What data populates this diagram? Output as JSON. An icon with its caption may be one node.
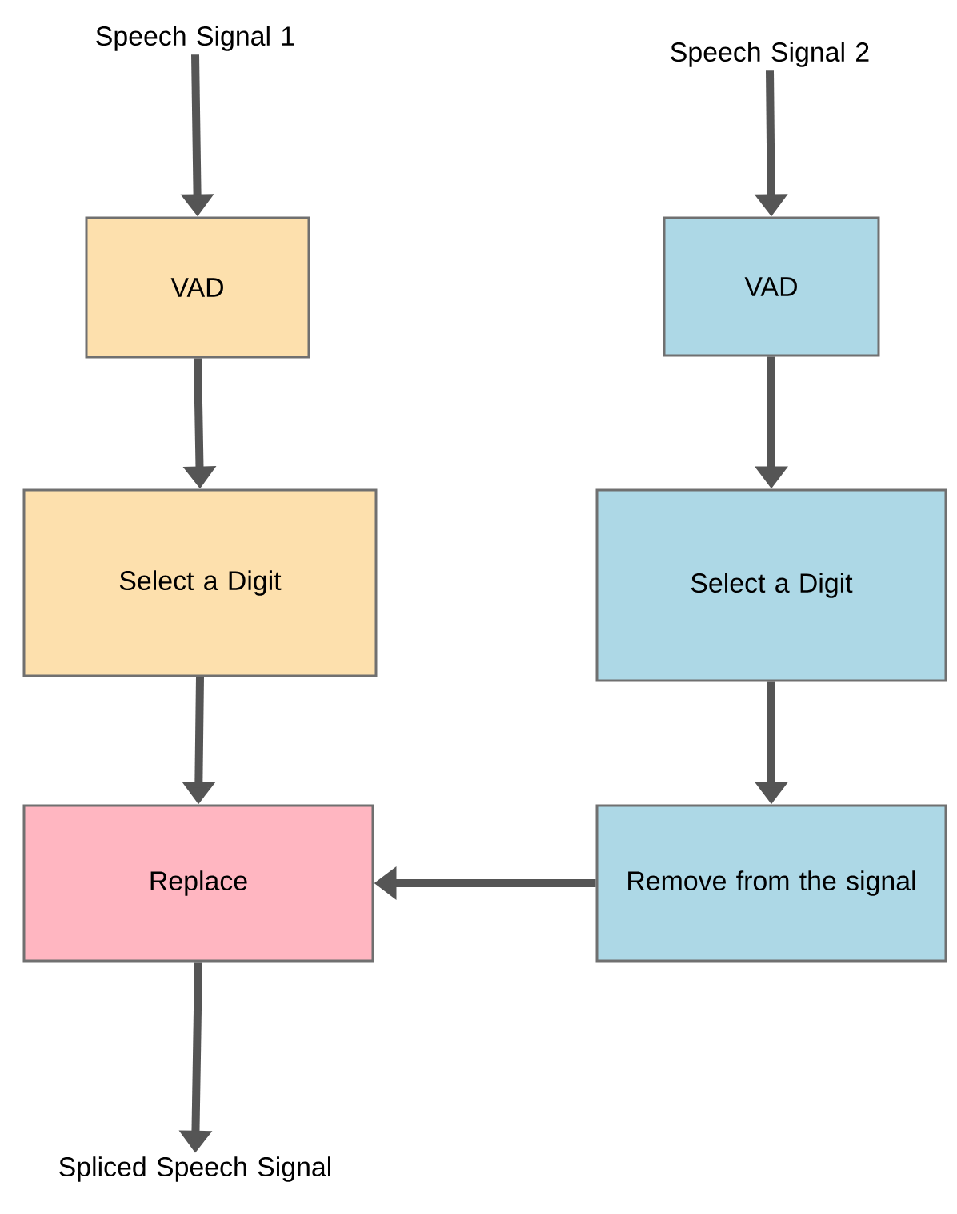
{
  "diagram": {
    "nodes": [
      {
        "text": [
          "Speech Signal 1"
        ]
      },
      {
        "text": [
          "Speech Signal 2"
        ]
      },
      {
        "text": [
          "VAD"
        ]
      },
      {
        "text": [
          "VAD"
        ]
      },
      {
        "text": [
          "Select a Digit"
        ]
      },
      {
        "text": [
          "Select a Digit"
        ]
      },
      {
        "text": [
          "Replace"
        ]
      },
      {
        "text": [
          "Remove from the signal"
        ]
      },
      {
        "text": [
          "Spliced Speech Signal"
        ]
      }
    ],
    "edges": [
      {
        "from": 0,
        "to": 2,
        "arrow": "to"
      },
      {
        "from": 2,
        "to": 4,
        "arrow": "to"
      },
      {
        "from": 4,
        "to": 6,
        "arrow": "to"
      },
      {
        "from": 6,
        "to": 8,
        "arrow": "to"
      },
      {
        "from": 1,
        "to": 3,
        "arrow": "to"
      },
      {
        "from": 3,
        "to": 5,
        "arrow": "to"
      },
      {
        "from": 5,
        "to": 7,
        "arrow": "to"
      },
      {
        "from": 7,
        "to": 6,
        "arrow": "to"
      }
    ]
  }
}
